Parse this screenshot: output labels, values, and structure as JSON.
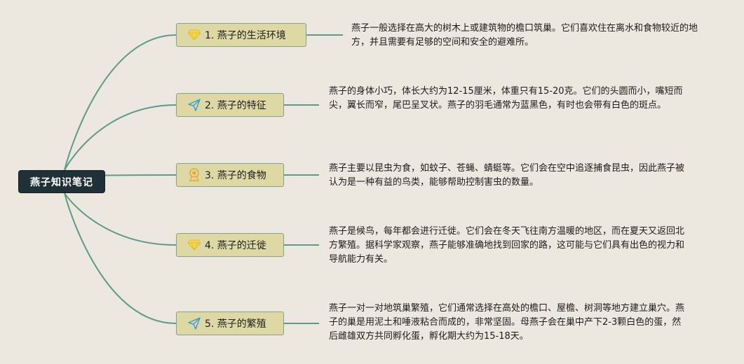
{
  "root": {
    "title": "燕子知识笔记"
  },
  "branches": [
    {
      "icon": "gem-icon",
      "label": "1. 燕子的生活环境",
      "description": "燕子一般选择在高大的树木上或建筑物的檐口筑巢。它们喜欢住在离水和食物较近的地方，并且需要有足够的空间和安全的避难所。"
    },
    {
      "icon": "paper-plane-icon",
      "label": "2. 燕子的特征",
      "description": "燕子的身体小巧，体长大约为12-15厘米，体重只有15-20克。它们的头圆而小，嘴短而尖，翼长而窄，尾巴呈叉状。燕子的羽毛通常为蓝黑色，有时也会带有白色的斑点。"
    },
    {
      "icon": "award-medal-icon",
      "label": "3. 燕子的食物",
      "description": "燕子主要以昆虫为食，如蚊子、苍蝇、蜻蜓等。它们会在空中追逐捕食昆虫，因此燕子被认为是一种有益的鸟类，能够帮助控制害虫的数量。"
    },
    {
      "icon": "gem-icon",
      "label": "4. 燕子的迁徙",
      "description": "燕子是候鸟，每年都会进行迁徙。它们会在冬天飞往南方温暖的地区，而在夏天又返回北方繁殖。据科学家观察，燕子能够准确地找到回家的路，这可能与它们具有出色的视力和导航能力有关。"
    },
    {
      "icon": "paper-plane-icon",
      "label": "5. 燕子的繁殖",
      "description": "燕子一对一对地筑巢繁殖，它们通常选择在高处的檐口、屋檐、树洞等地方建立巢穴。燕子的巢是用泥土和唾液粘合而成的，非常坚固。母燕子会在巢中产下2-3颗白色的蛋，然后雌雄双方共同孵化蛋，孵化期大约为15-18天。"
    }
  ],
  "colors": {
    "background": "#ece7df",
    "root_fill": "#1f3037",
    "branch_fill": "#ded8a5",
    "link": "#5e9a86",
    "gem": "#f3d84a",
    "plane": "#3a9fcf",
    "medal": "#e8a935"
  }
}
